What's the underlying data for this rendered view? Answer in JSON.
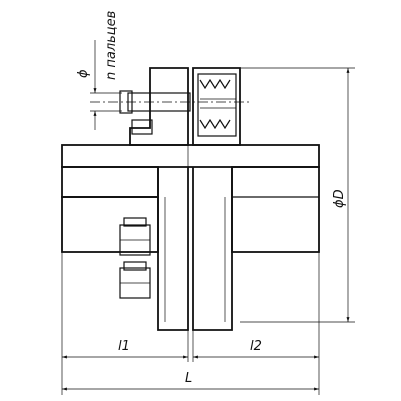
{
  "labels": {
    "phi": "ϕ",
    "n_fingers": "n пальцев",
    "phiD": "ϕD",
    "l1": "l1",
    "l2": "l2",
    "L": "L"
  }
}
